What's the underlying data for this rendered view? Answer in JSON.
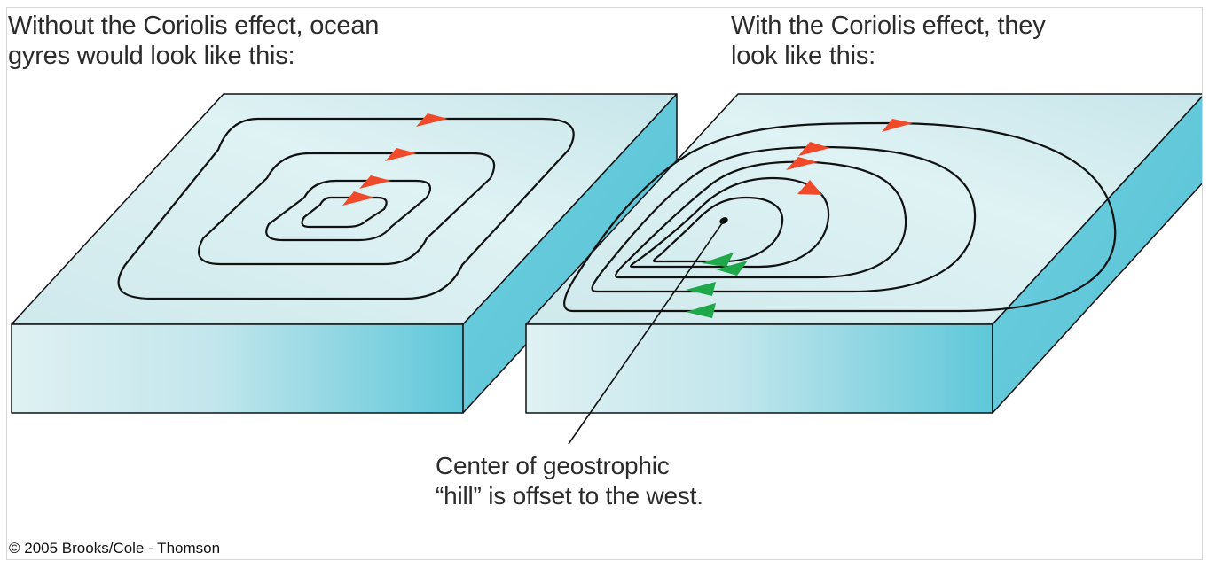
{
  "captions": {
    "left": "Without the Coriolis effect, ocean\ngyres would look like this:",
    "right": "With the Coriolis effect, they\nlook like this:"
  },
  "annotation": "Center of geostrophic\n“hill” is offset to the west.",
  "copyright": "© 2005 Brooks/Cole - Thomson",
  "colors": {
    "block_top": "#d8eef0",
    "block_front_dark": "#62c9da",
    "block_side": "#5fc6d8",
    "outline": "#111111",
    "current_arrow_red": "#f04a2a",
    "current_arrow_green": "#1fa84a"
  }
}
